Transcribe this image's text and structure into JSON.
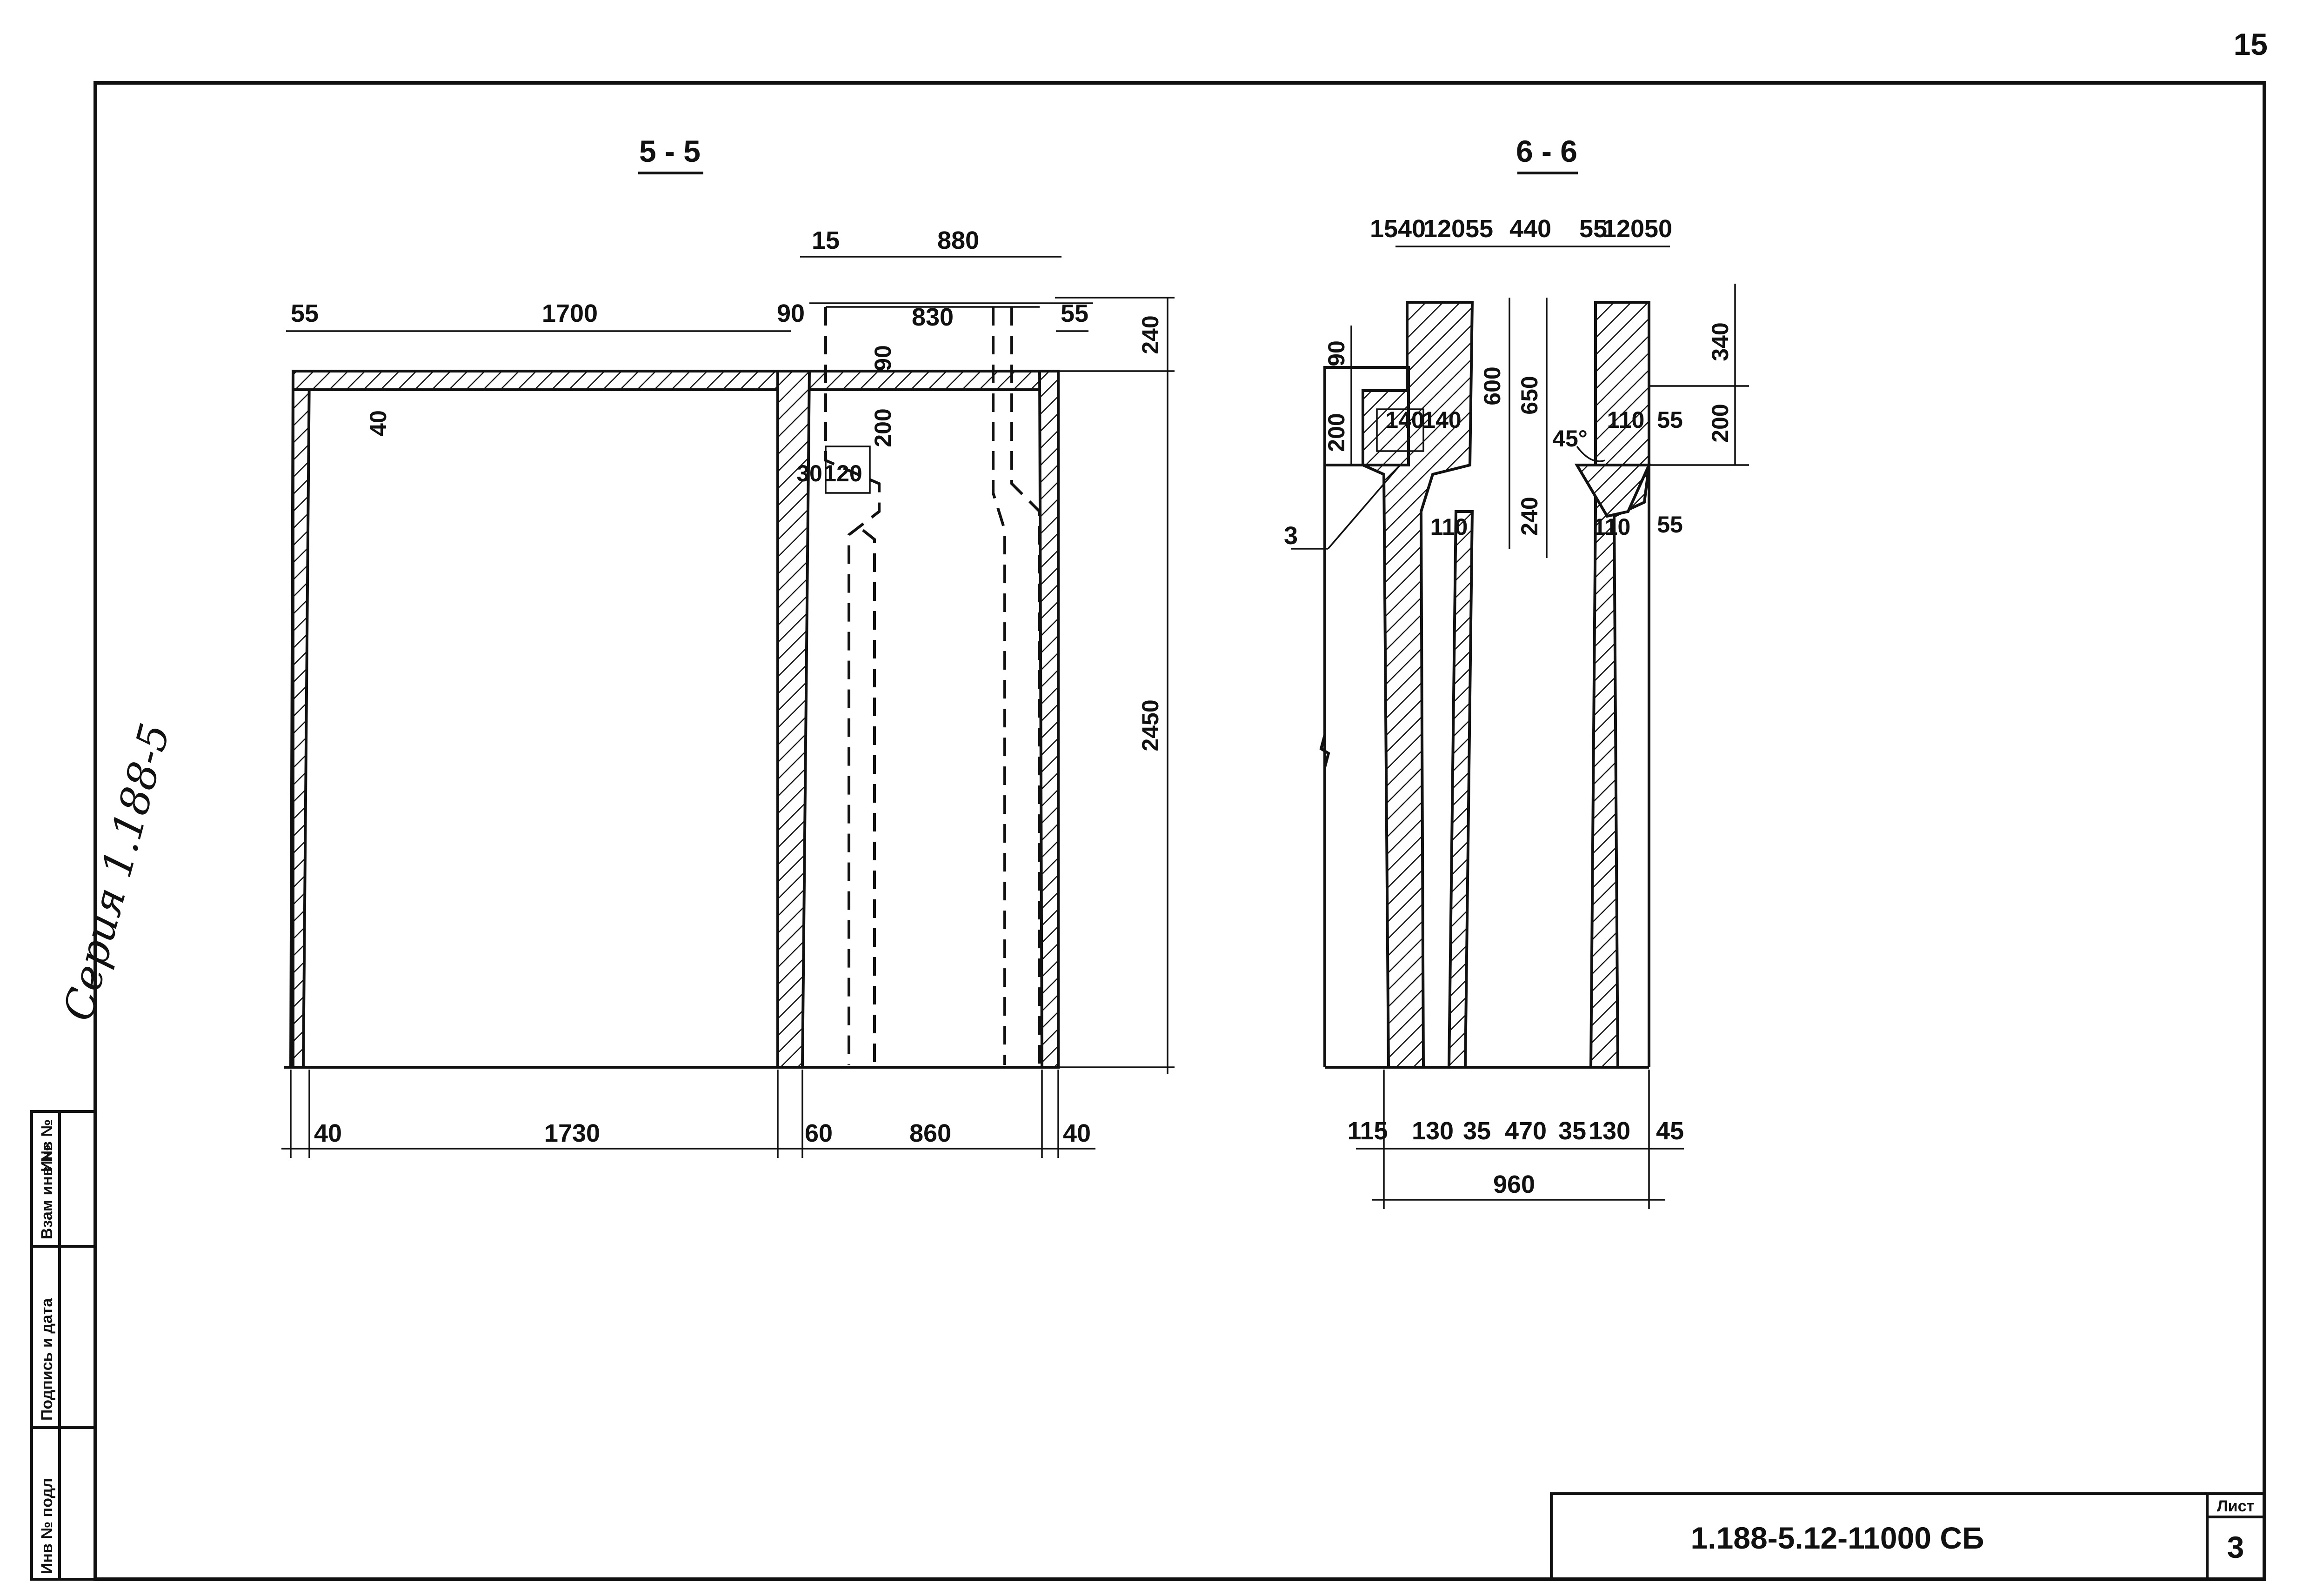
{
  "sheet_number_top": "15",
  "series_handwritten": "Серия 1.188-5",
  "stamp_column": [
    "Инв № подл",
    "Подпись и дата",
    "Взам инв №",
    "Инв №"
  ],
  "title_block": {
    "code": "1.188-5.12-11000 СБ",
    "sheet_label": "Лист",
    "sheet_value": "3"
  },
  "section_5": {
    "title": "5 - 5",
    "top_dims": [
      "55",
      "1700",
      "90",
      "15",
      "880",
      "830",
      "55"
    ],
    "inner_dims": [
      "40",
      "90",
      "200",
      "30",
      "120"
    ],
    "right_dims": [
      "240",
      "2450"
    ],
    "bottom_dims": [
      "40",
      "1730",
      "60",
      "860",
      "40"
    ]
  },
  "section_6": {
    "title": "6 - 6",
    "top_dims": [
      "15",
      "40",
      "120",
      "55",
      "440",
      "55",
      "120",
      "50"
    ],
    "left_dims": [
      "90",
      "200"
    ],
    "inner_dims": [
      "140",
      "140",
      "110",
      "600",
      "650",
      "240",
      "110",
      "110"
    ],
    "right_dims": [
      "340",
      "200",
      "55",
      "55"
    ],
    "angle": "45°",
    "callout": "3",
    "bottom_dims": [
      "115",
      "130",
      "35",
      "470",
      "35",
      "130",
      "45"
    ],
    "total_dim": "960"
  }
}
